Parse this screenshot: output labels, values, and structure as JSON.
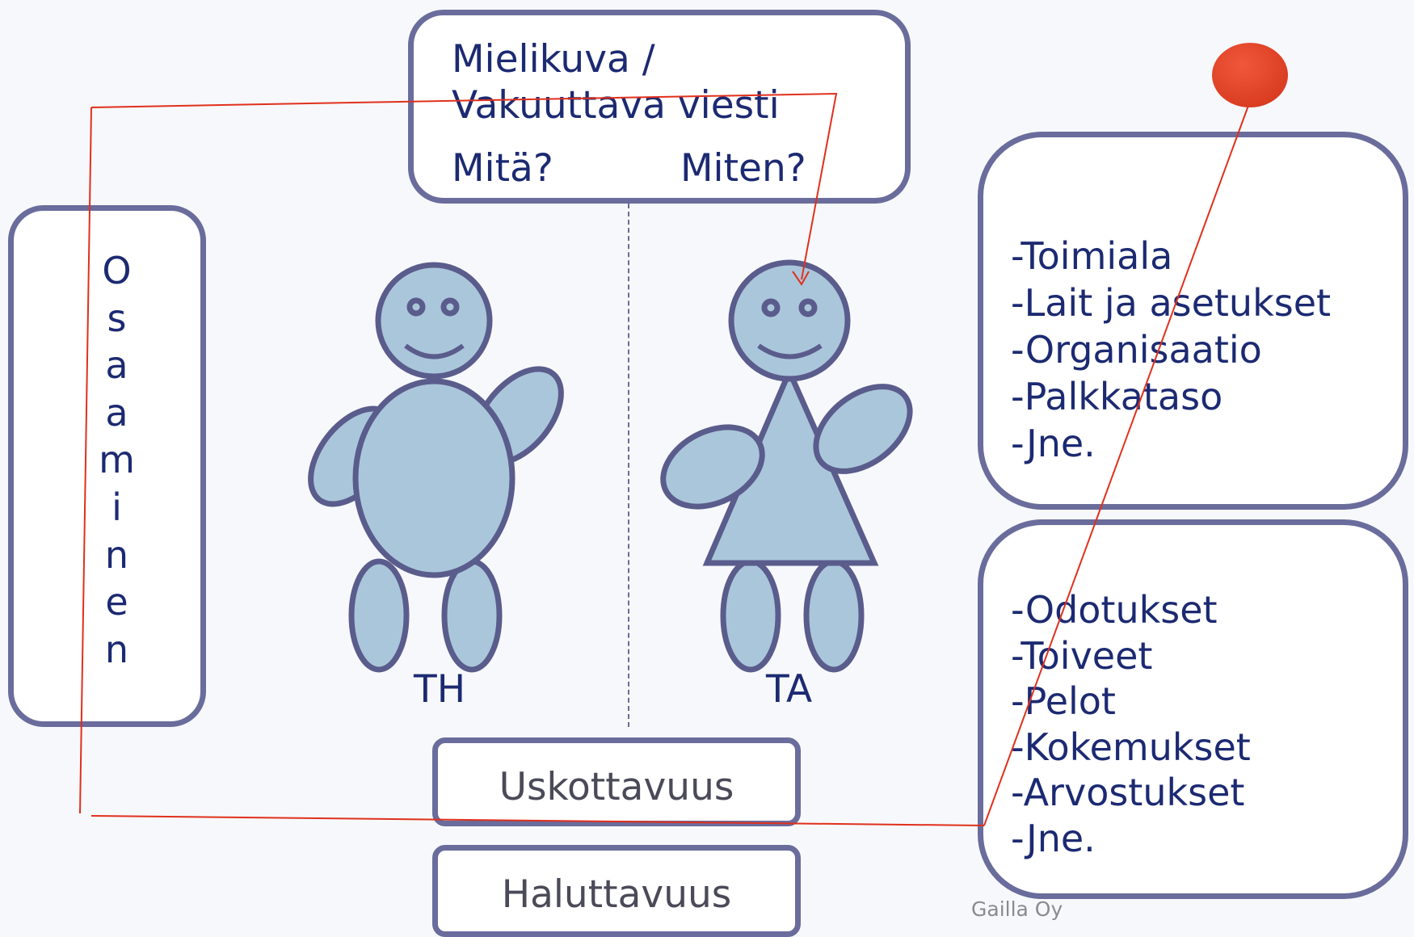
{
  "top_box": {
    "line1": "Mielikuva /",
    "line2": "Vakuuttava viesti",
    "what": "Mitä?",
    "how": "Miten?"
  },
  "left_box": {
    "vertical_text": "Osaaminen"
  },
  "figures": {
    "left_label": "TH",
    "right_label": "TA"
  },
  "right_top_list": [
    "-Toimiala",
    "-Lait ja asetukset",
    "-Organisaatio",
    "-Palkkataso",
    "-Jne."
  ],
  "right_bottom_list": [
    "-Odotukset",
    "-Toiveet",
    "-Pelot",
    "-Kokemukset",
    "-Arvostukset",
    "-Jne."
  ],
  "bottom_boxes": {
    "uskottavuus": "Uskottavuus",
    "haluttavuus": "Haluttavuus"
  },
  "footer": "Gailla Oy",
  "colors": {
    "outline": "#6a6c9c",
    "figure_fill": "#aac6db",
    "text": "#1c2a72",
    "annotation_red": "#e0301c",
    "dot": "#e8442a"
  }
}
